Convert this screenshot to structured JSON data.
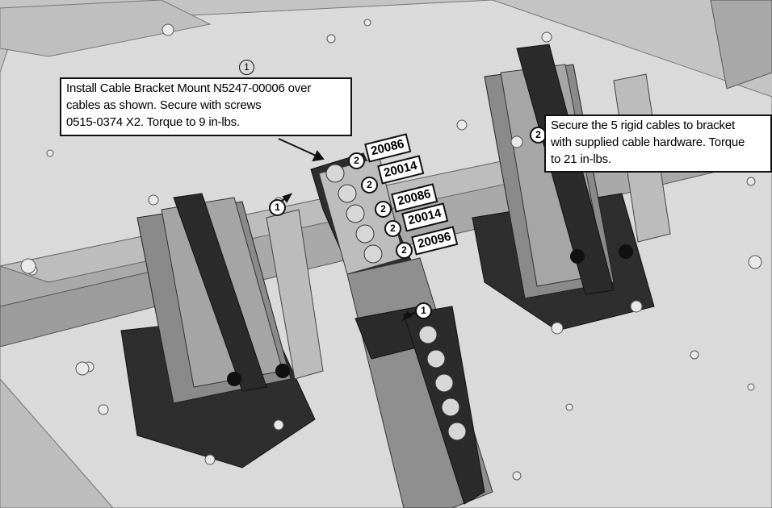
{
  "callouts": {
    "step1": {
      "number": "1",
      "lines": [
        "Install Cable Bracket Mount N5247-00006 over",
        "cables as shown. Secure with screws",
        "0515-0374 X2. Torque to 9 in-lbs."
      ]
    },
    "step2": {
      "number": "2",
      "lines": [
        "Secure the 5 rigid cables to bracket",
        "with supplied cable hardware. Torque",
        "to 21 in-lbs."
      ]
    }
  },
  "cable_labels": [
    "20086",
    "20014",
    "20086",
    "20014",
    "20096"
  ],
  "step_markers": {
    "one": "1",
    "two": "2"
  },
  "colors": {
    "deck": "#d9d9d9",
    "rail": "#9a9a9a",
    "bracket": "#2a2a2a",
    "module": "#8c8c8c"
  }
}
